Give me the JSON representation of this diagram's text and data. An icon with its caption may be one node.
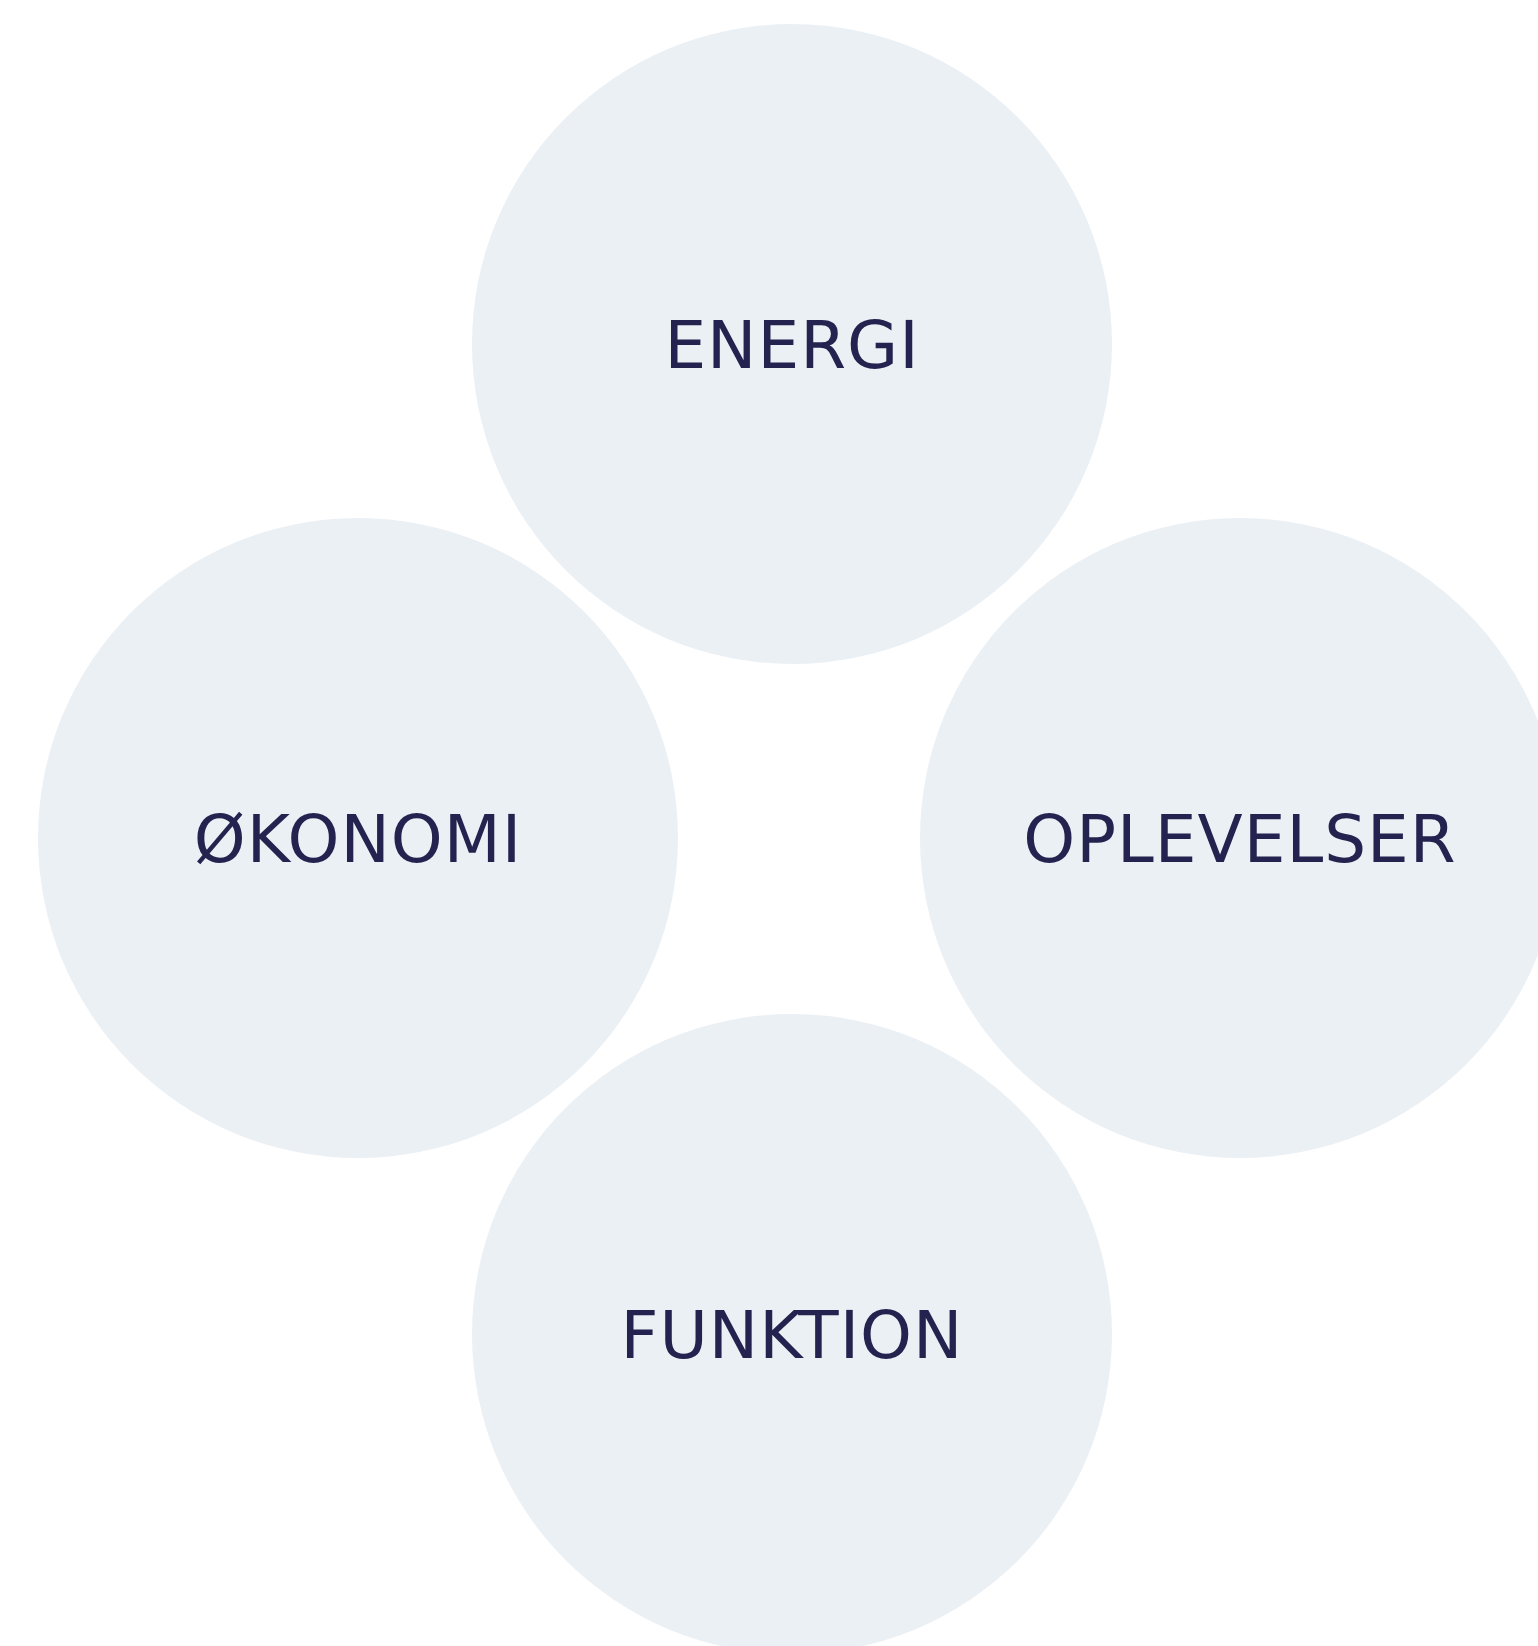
{
  "diagram": {
    "nodes": [
      {
        "text": [
          "ENERGI"
        ]
      },
      {
        "text": [
          "ØKONOMI"
        ]
      },
      {
        "text": [
          "OPLEVELSER"
        ]
      },
      {
        "text": [
          "FUNKTION"
        ]
      }
    ]
  }
}
